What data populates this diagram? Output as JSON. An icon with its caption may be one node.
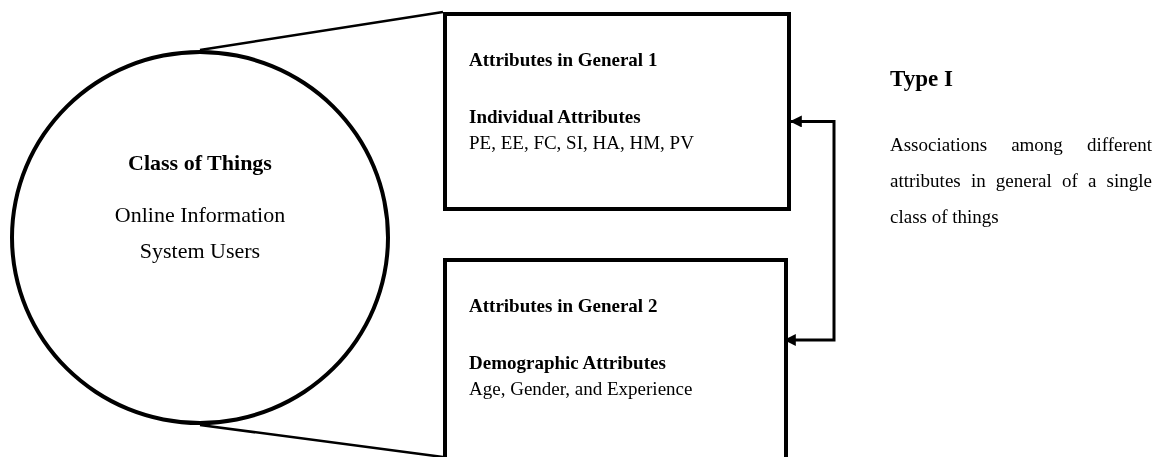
{
  "diagram": {
    "nodes": [
      {
        "text": [
          "Class of Things",
          "Online Information System Users"
        ]
      },
      {
        "text": [
          "Attributes in General 1",
          "Individual Attributes",
          "PE, EE, FC, SI, HA, HM, PV"
        ]
      },
      {
        "text": [
          "Attributes in General 2",
          "Demographic Attributes",
          "Age, Gender, and Experience"
        ]
      }
    ],
    "edges": [
      {
        "from": 0,
        "to": 1,
        "arrow": "none"
      },
      {
        "from": 0,
        "to": 2,
        "arrow": "none"
      },
      {
        "from": 1,
        "to": 2,
        "arrow": "both"
      }
    ],
    "labels": [
      "Type I",
      "Associations among different attributes in general of a single class of things"
    ]
  }
}
